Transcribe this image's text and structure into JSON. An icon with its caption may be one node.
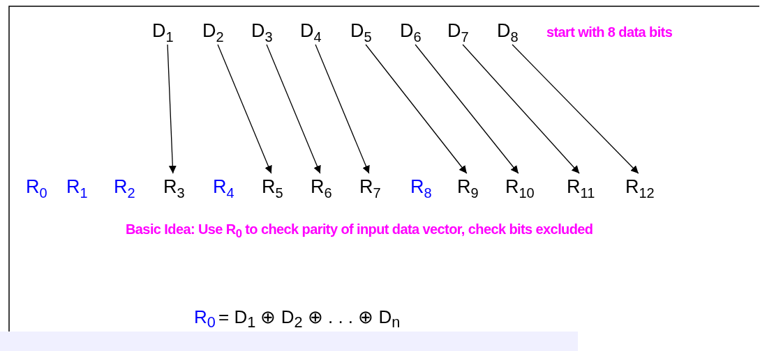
{
  "diagram": {
    "nodes": [
      {
        "text": [
          "D$_{1}$"
        ]
      },
      {
        "text": [
          "D$_{2}$"
        ]
      },
      {
        "text": [
          "D$_{3}$"
        ]
      },
      {
        "text": [
          "D$_{4}$"
        ]
      },
      {
        "text": [
          "D$_{5}$"
        ]
      },
      {
        "text": [
          "D$_{6}$"
        ]
      },
      {
        "text": [
          "D$_{7}$"
        ]
      },
      {
        "text": [
          "D$_{8}$"
        ]
      },
      {
        "text": [
          "R$_{0}$"
        ]
      },
      {
        "text": [
          "R$_{1}$"
        ]
      },
      {
        "text": [
          "R$_{2}$"
        ]
      },
      {
        "text": [
          "R$_{3}$"
        ]
      },
      {
        "text": [
          "R$_{4}$"
        ]
      },
      {
        "text": [
          "R$_{5}$"
        ]
      },
      {
        "text": [
          "R$_{6}$"
        ]
      },
      {
        "text": [
          "R$_{7}$"
        ]
      },
      {
        "text": [
          "R$_{8}$"
        ]
      },
      {
        "text": [
          "R$_{9}$"
        ]
      },
      {
        "text": [
          "R$_{10}$"
        ]
      },
      {
        "text": [
          "R$_{11}$"
        ]
      },
      {
        "text": [
          "R$_{12}$"
        ]
      }
    ],
    "edges": [
      {
        "from": 0,
        "to": 11,
        "arrow": "to"
      },
      {
        "from": 1,
        "to": 13,
        "arrow": "to"
      },
      {
        "from": 2,
        "to": 14,
        "arrow": "to"
      },
      {
        "from": 3,
        "to": 15,
        "arrow": "to"
      },
      {
        "from": 4,
        "to": 17,
        "arrow": "to"
      },
      {
        "from": 5,
        "to": 18,
        "arrow": "to"
      },
      {
        "from": 6,
        "to": 19,
        "arrow": "to"
      },
      {
        "from": 7,
        "to": 20,
        "arrow": "to"
      }
    ],
    "labels": [
      "start with 8 data bits",
      "Basic Idea: Use R$_{0}$ to check parity of input data vector, check bits excluded",
      "R$_{0}$",
      "= D$_{1}$ ⊕ D$_{2}$ ⊕ . . . ⊕ D$_{n}$"
    ]
  }
}
